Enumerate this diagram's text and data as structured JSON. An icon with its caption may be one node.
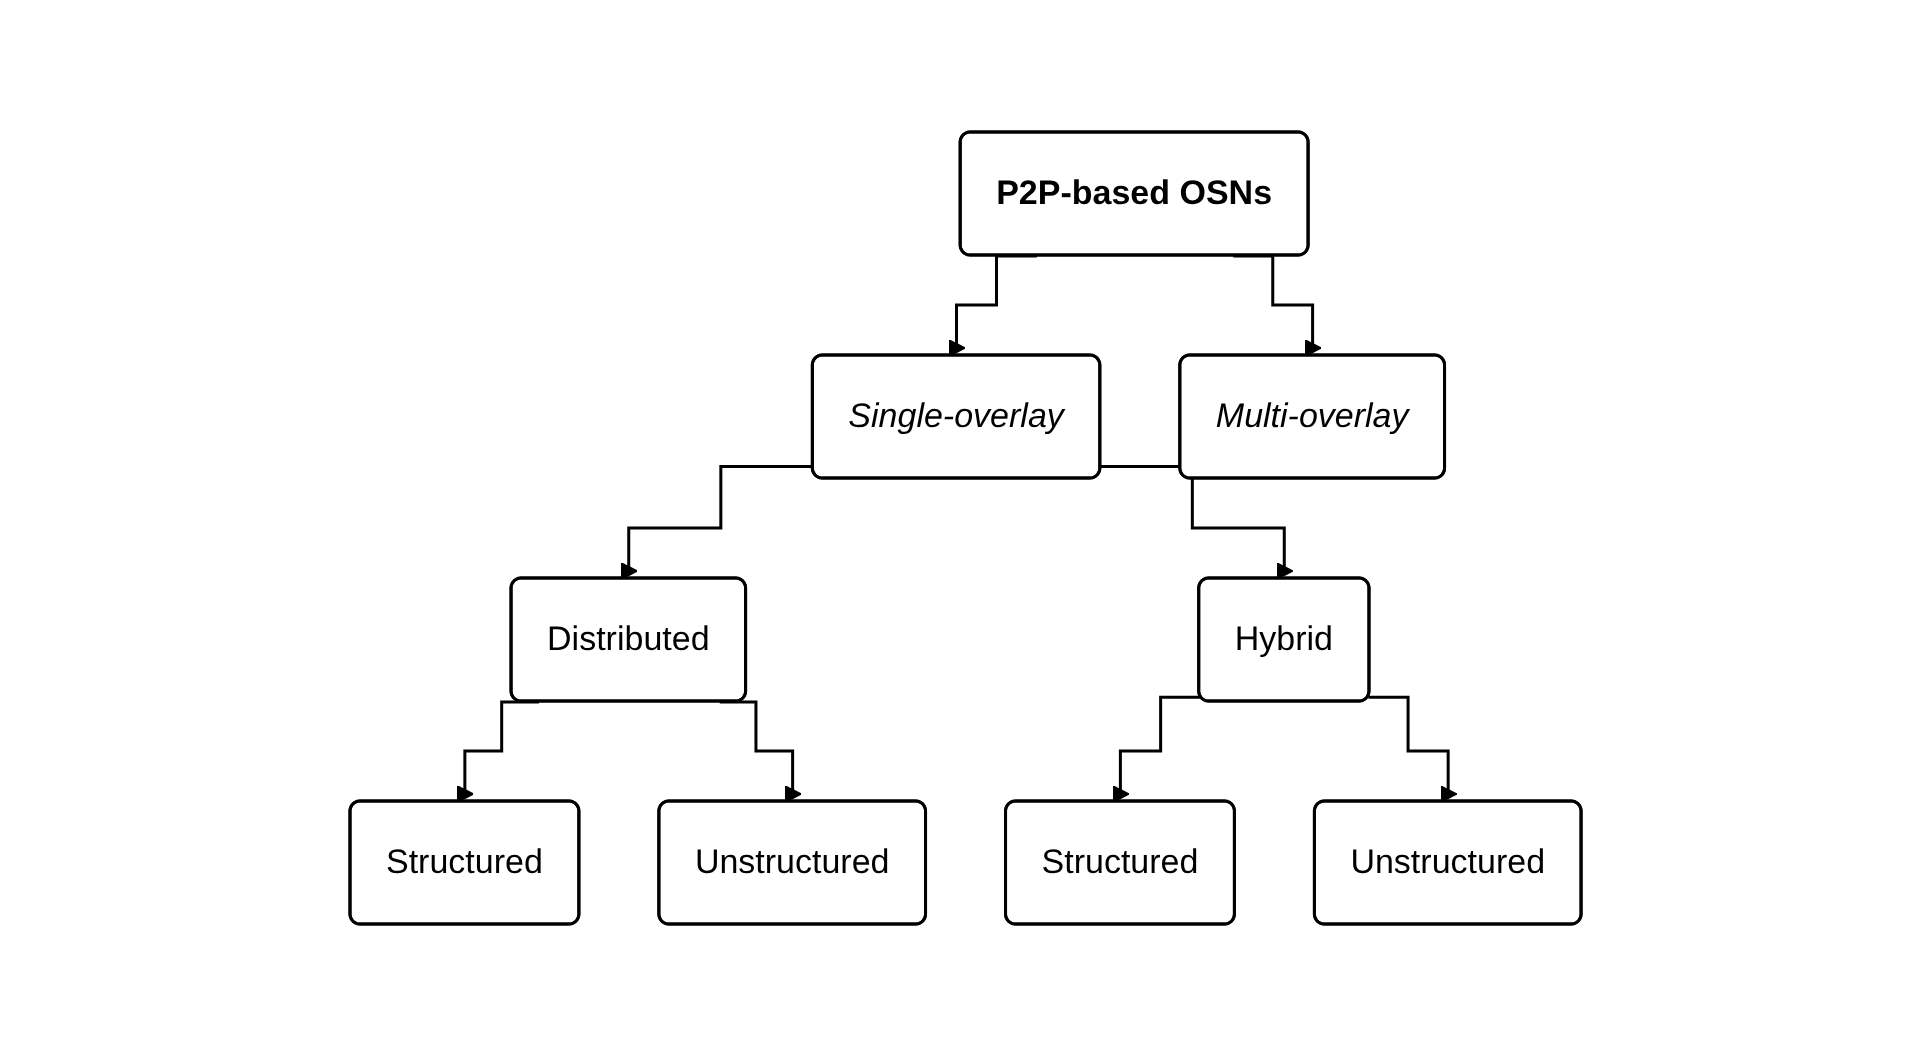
{
  "diagram": {
    "nodes": [
      {
        "text": [
          "P2P-based OSNs"
        ]
      },
      {
        "text": [
          "Single-overlay"
        ]
      },
      {
        "text": [
          "Multi-overlay"
        ]
      },
      {
        "text": [
          "Distributed"
        ]
      },
      {
        "text": [
          "Hybrid"
        ]
      },
      {
        "text": [
          "Structured"
        ]
      },
      {
        "text": [
          "Unstructured"
        ]
      },
      {
        "text": [
          "Structured"
        ]
      },
      {
        "text": [
          "Unstructured"
        ]
      }
    ],
    "edges": [
      {
        "from": 0,
        "to": 1,
        "arrow": "to"
      },
      {
        "from": 0,
        "to": 2,
        "arrow": "to"
      },
      {
        "from": 1,
        "to": 3,
        "arrow": "to"
      },
      {
        "from": 1,
        "to": 4,
        "arrow": "to"
      },
      {
        "from": 3,
        "to": 5,
        "arrow": "to"
      },
      {
        "from": 3,
        "to": 6,
        "arrow": "to"
      },
      {
        "from": 4,
        "to": 7,
        "arrow": "to"
      },
      {
        "from": 4,
        "to": 8,
        "arrow": "to"
      }
    ]
  }
}
